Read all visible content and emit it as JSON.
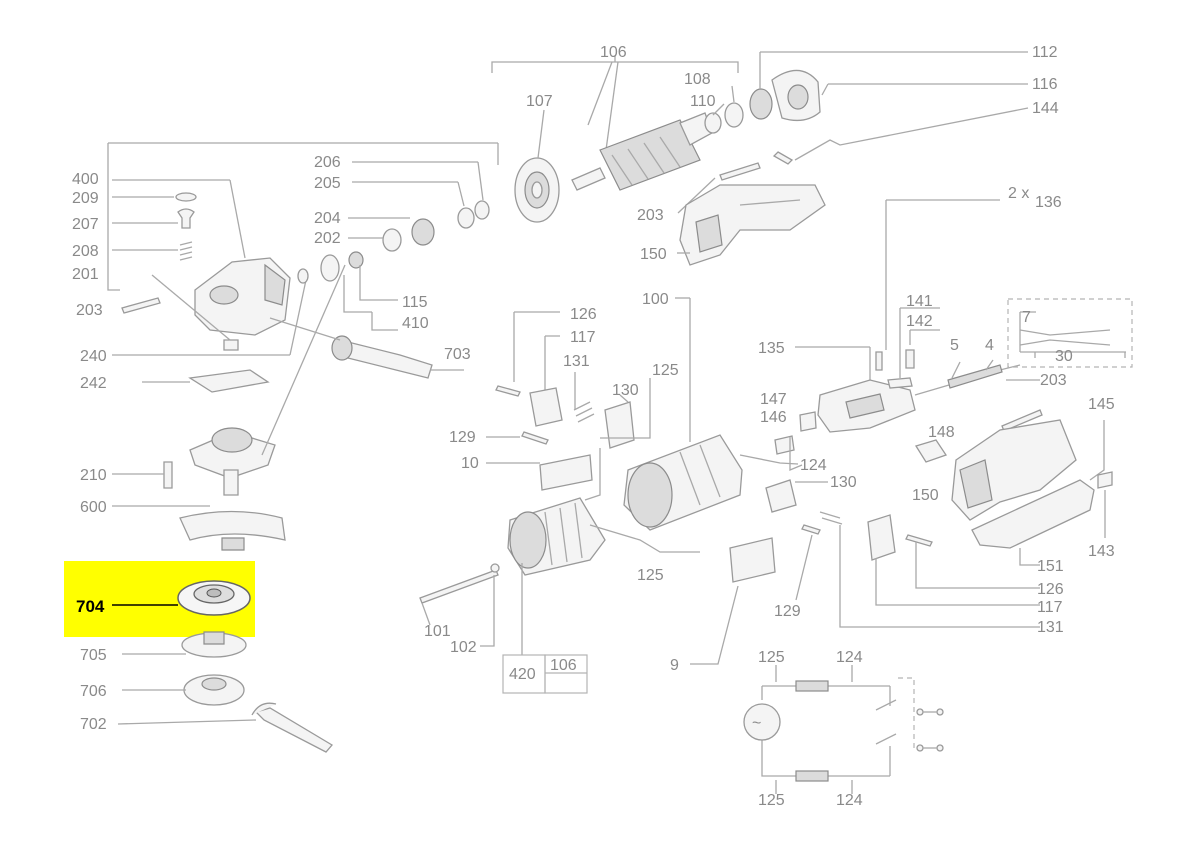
{
  "highlight": {
    "part": "704",
    "color": "#ffff00"
  },
  "labels": {
    "l106": "106",
    "l112": "112",
    "l108": "108",
    "l116": "116",
    "l110": "110",
    "l107": "107",
    "l144": "144",
    "l400": "400",
    "l206": "206",
    "l209": "209",
    "l205": "205",
    "l207": "207",
    "l204": "204",
    "l202": "202",
    "l203a": "203",
    "l150a": "150",
    "l2x": "2 x",
    "l136": "136",
    "l208": "208",
    "l201": "201",
    "l203b": "203",
    "l115": "115",
    "l410": "410",
    "l100": "100",
    "l126a": "126",
    "l117a": "117",
    "l141": "141",
    "l142": "142",
    "l7": "7",
    "l135": "135",
    "l5": "5",
    "l4": "4",
    "l30": "30",
    "l240": "240",
    "l703": "703",
    "l131a": "131",
    "l242": "242",
    "l125a": "125",
    "l130a": "130",
    "l203c": "203",
    "l147": "147",
    "l146": "146",
    "l145": "145",
    "l129a": "129",
    "l148": "148",
    "l10": "10",
    "l124a": "124",
    "l210": "210",
    "l130b": "130",
    "l150b": "150",
    "l600": "600",
    "l143": "143",
    "l125b": "125",
    "l151": "151",
    "l126b": "126",
    "l704": "704",
    "l117b": "117",
    "l129b": "129",
    "l101": "101",
    "l131b": "131",
    "l102": "102",
    "l705": "705",
    "l420": "420",
    "l106b": "106",
    "l9": "9",
    "l125c": "125",
    "l124b": "124",
    "l706": "706",
    "l702": "702",
    "l125d": "125",
    "l124c": "124"
  }
}
